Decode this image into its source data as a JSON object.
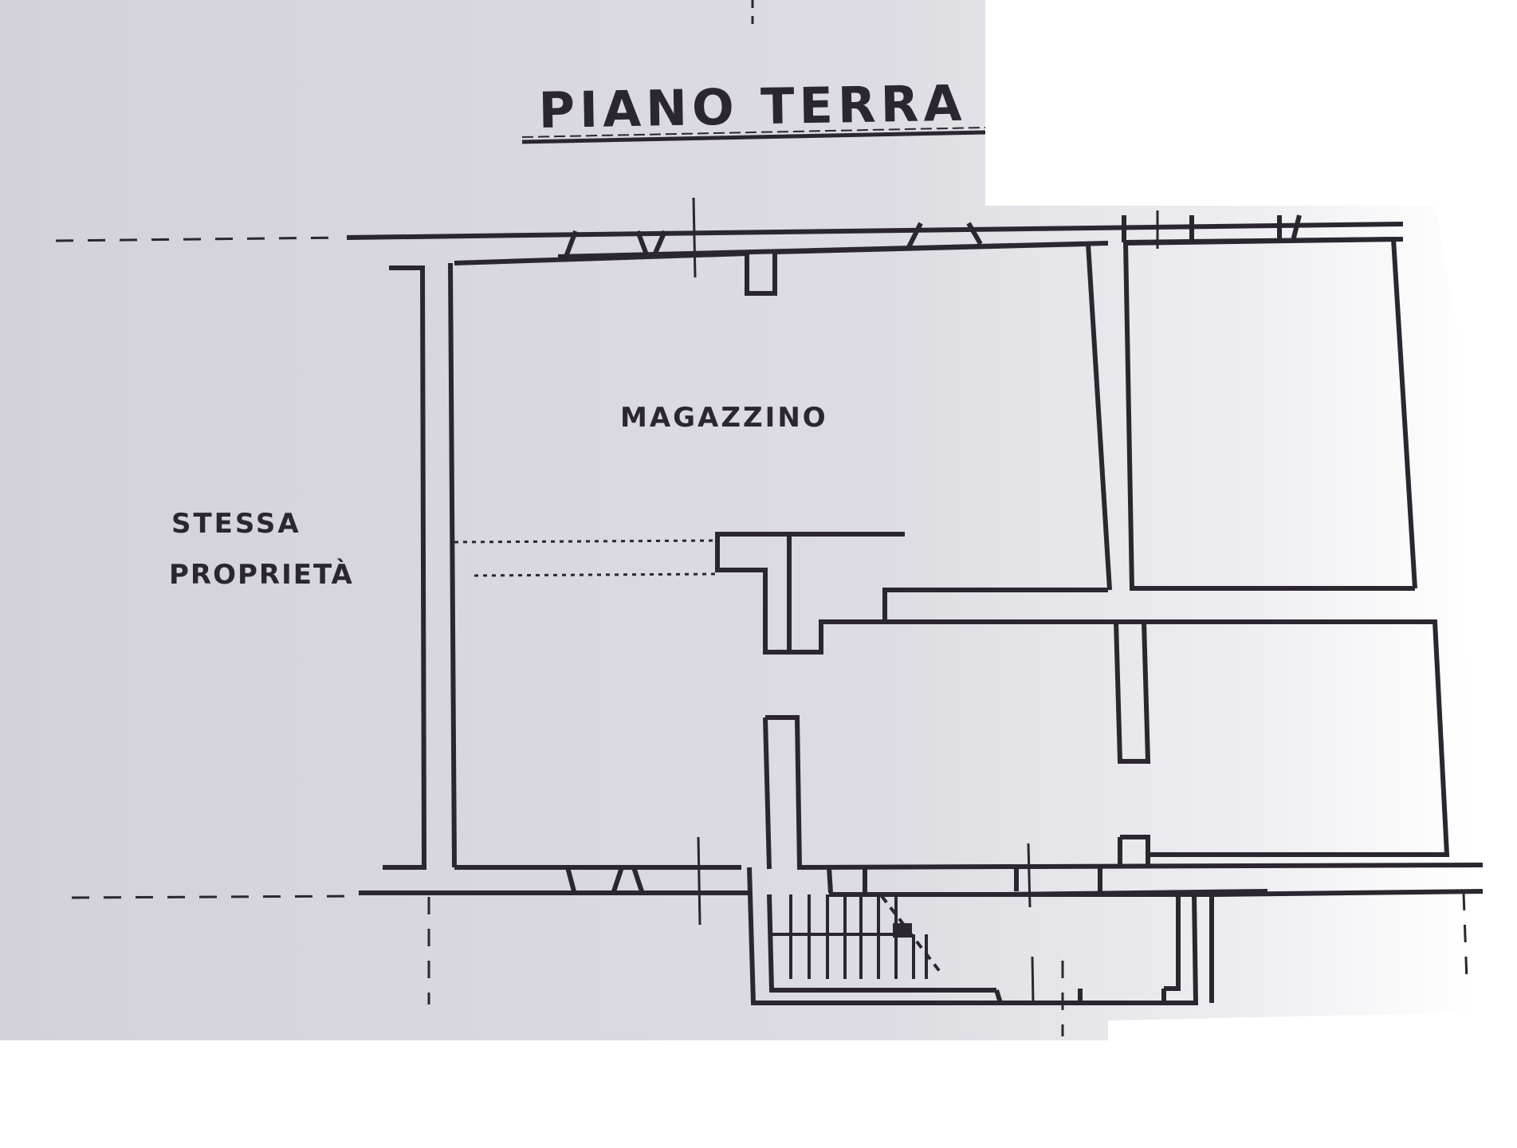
{
  "title": "PIANO TERRA",
  "rooms": {
    "main": "MAGAZZINO"
  },
  "adjacent": {
    "line1": "STESSA",
    "line2": "PROPRIETÀ"
  },
  "colors": {
    "paper": "#d4d4da",
    "paper_light": "#e2e2e8",
    "ink": "#2c2630",
    "background": "#ffffff"
  }
}
